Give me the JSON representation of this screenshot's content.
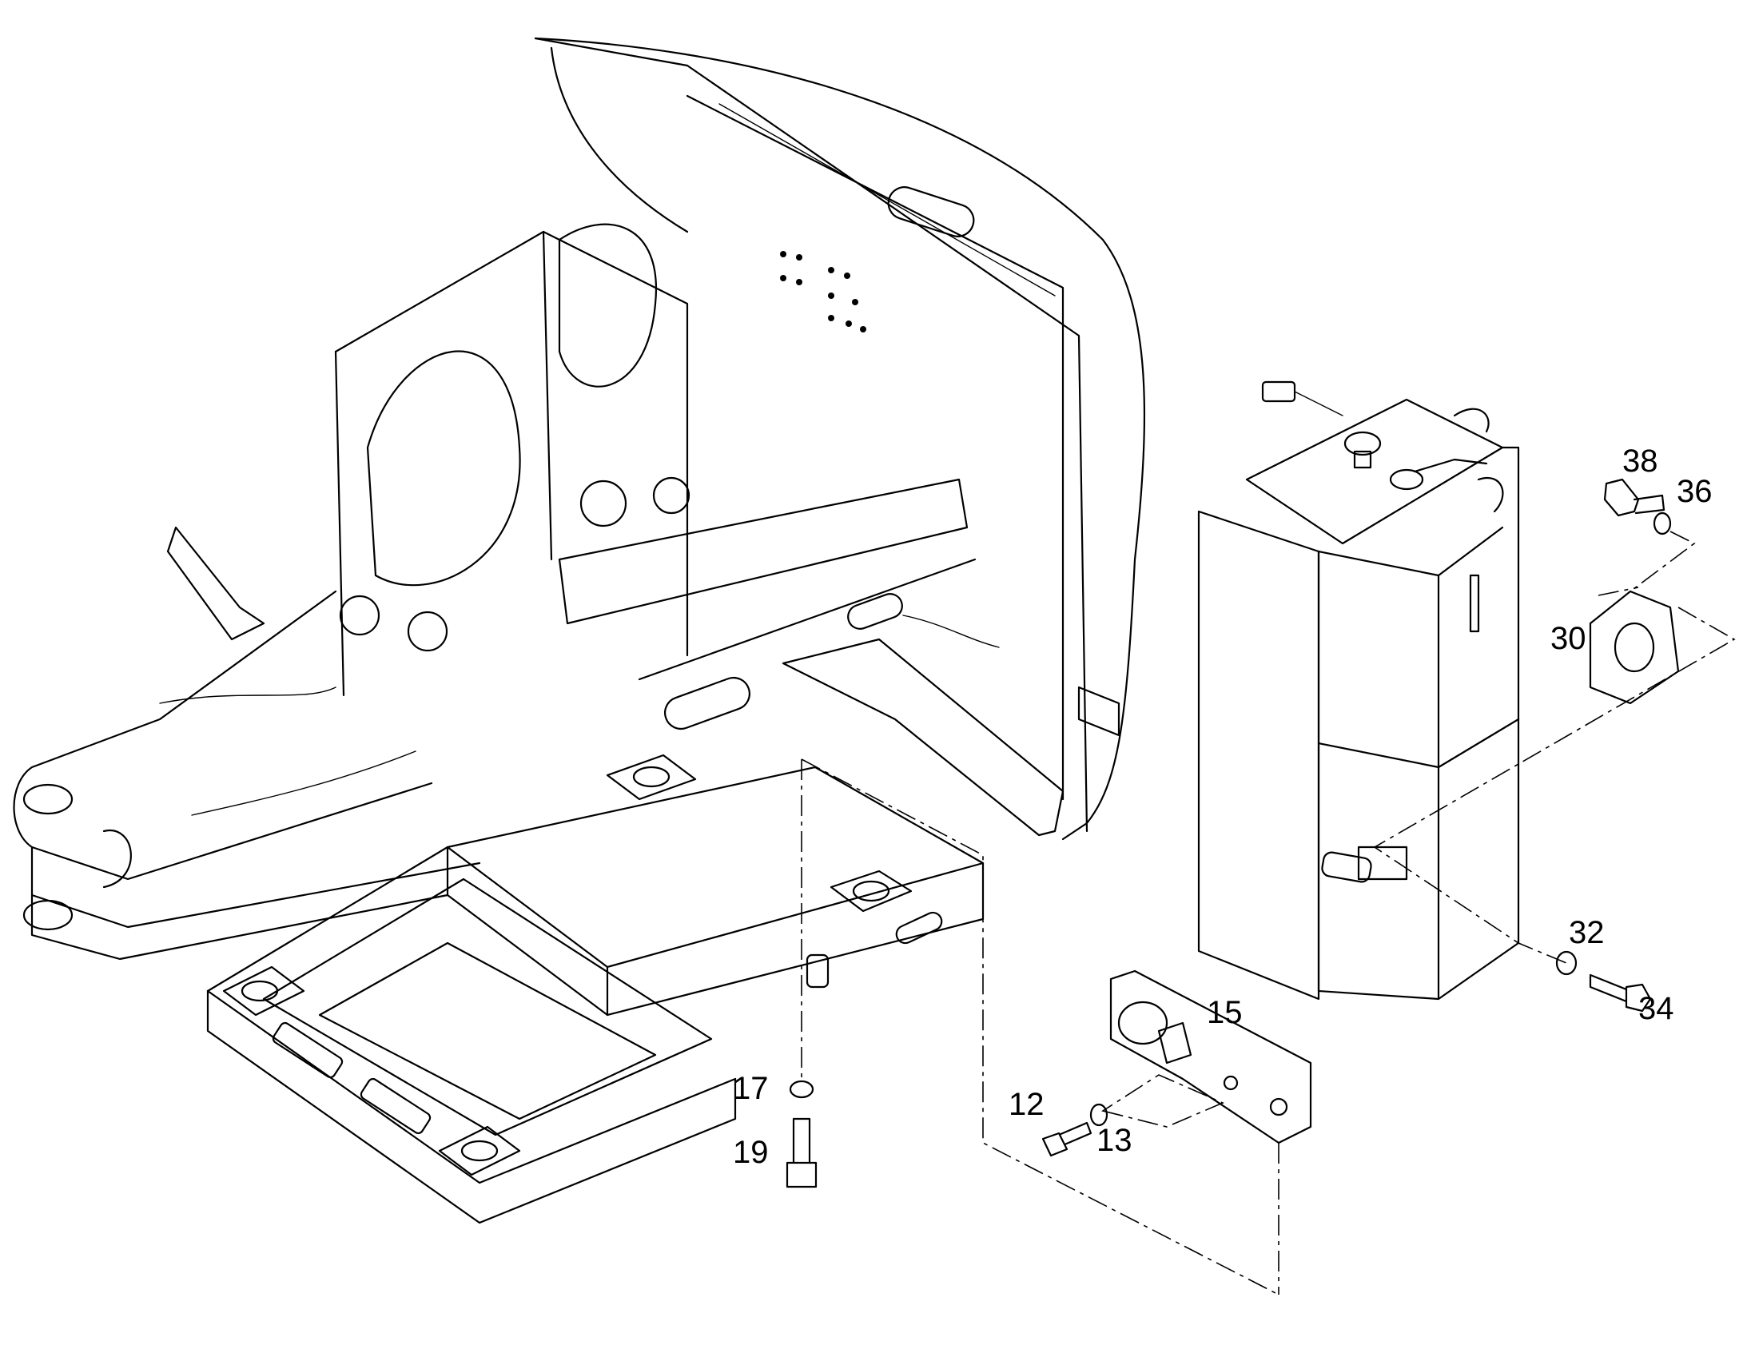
{
  "diagram": {
    "callouts": [
      {
        "id": "c38",
        "label": "38"
      },
      {
        "id": "c36",
        "label": "36"
      },
      {
        "id": "c30",
        "label": "30"
      },
      {
        "id": "c32",
        "label": "32"
      },
      {
        "id": "c34",
        "label": "34"
      },
      {
        "id": "c15",
        "label": "15"
      },
      {
        "id": "c12",
        "label": "12"
      },
      {
        "id": "c13",
        "label": "13"
      },
      {
        "id": "c17",
        "label": "17"
      },
      {
        "id": "c19",
        "label": "19"
      }
    ]
  }
}
